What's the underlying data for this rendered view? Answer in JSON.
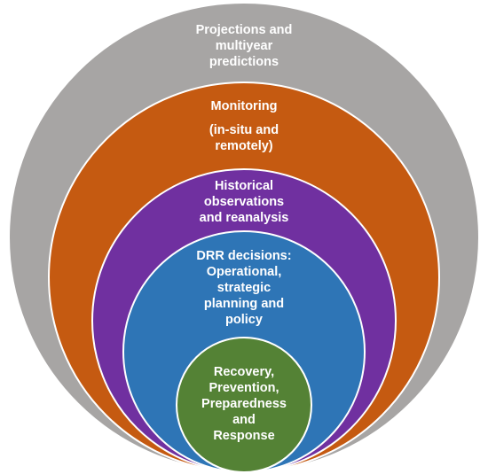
{
  "diagram": {
    "layers": [
      {
        "id": "projections",
        "color": "#a7a5a4",
        "lines": [
          "Projections and",
          "multiyear",
          "predictions"
        ]
      },
      {
        "id": "monitoring",
        "color": "#c55a11",
        "lines": [
          "Monitoring",
          "",
          "(in-situ and",
          "remotely)"
        ]
      },
      {
        "id": "historical",
        "color": "#7030a0",
        "lines": [
          "Historical",
          "observations",
          "and reanalysis"
        ]
      },
      {
        "id": "drr-decisions",
        "color": "#2e75b6",
        "lines": [
          "DRR decisions:",
          "Operational,",
          "strategic",
          "planning and",
          "policy"
        ]
      },
      {
        "id": "recovery",
        "color": "#548235",
        "lines": [
          "Recovery,",
          "Prevention,",
          "Preparedness",
          "and",
          "Response"
        ]
      }
    ]
  }
}
